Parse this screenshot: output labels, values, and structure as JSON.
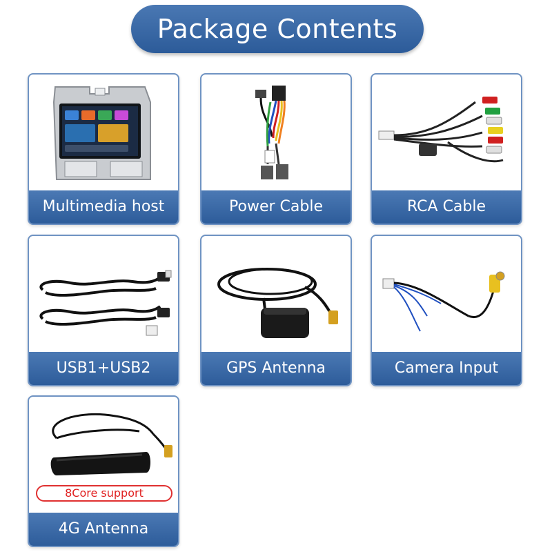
{
  "header": {
    "title": "Package Contents"
  },
  "items": [
    {
      "label": "Multimedia host",
      "icon": "multimedia-host-icon"
    },
    {
      "label": "Power Cable",
      "icon": "power-cable-icon"
    },
    {
      "label": "RCA Cable",
      "icon": "rca-cable-icon"
    },
    {
      "label": "USB1+USB2",
      "icon": "usb-cable-icon"
    },
    {
      "label": "GPS Antenna",
      "icon": "gps-antenna-icon"
    },
    {
      "label": "Camera Input",
      "icon": "camera-input-icon"
    },
    {
      "label": "4G Antenna",
      "icon": "4g-antenna-icon",
      "badge": "8Core support"
    }
  ],
  "colors": {
    "accent": "#3a68a6",
    "border": "#6f93c3",
    "badge": "#e02020"
  }
}
